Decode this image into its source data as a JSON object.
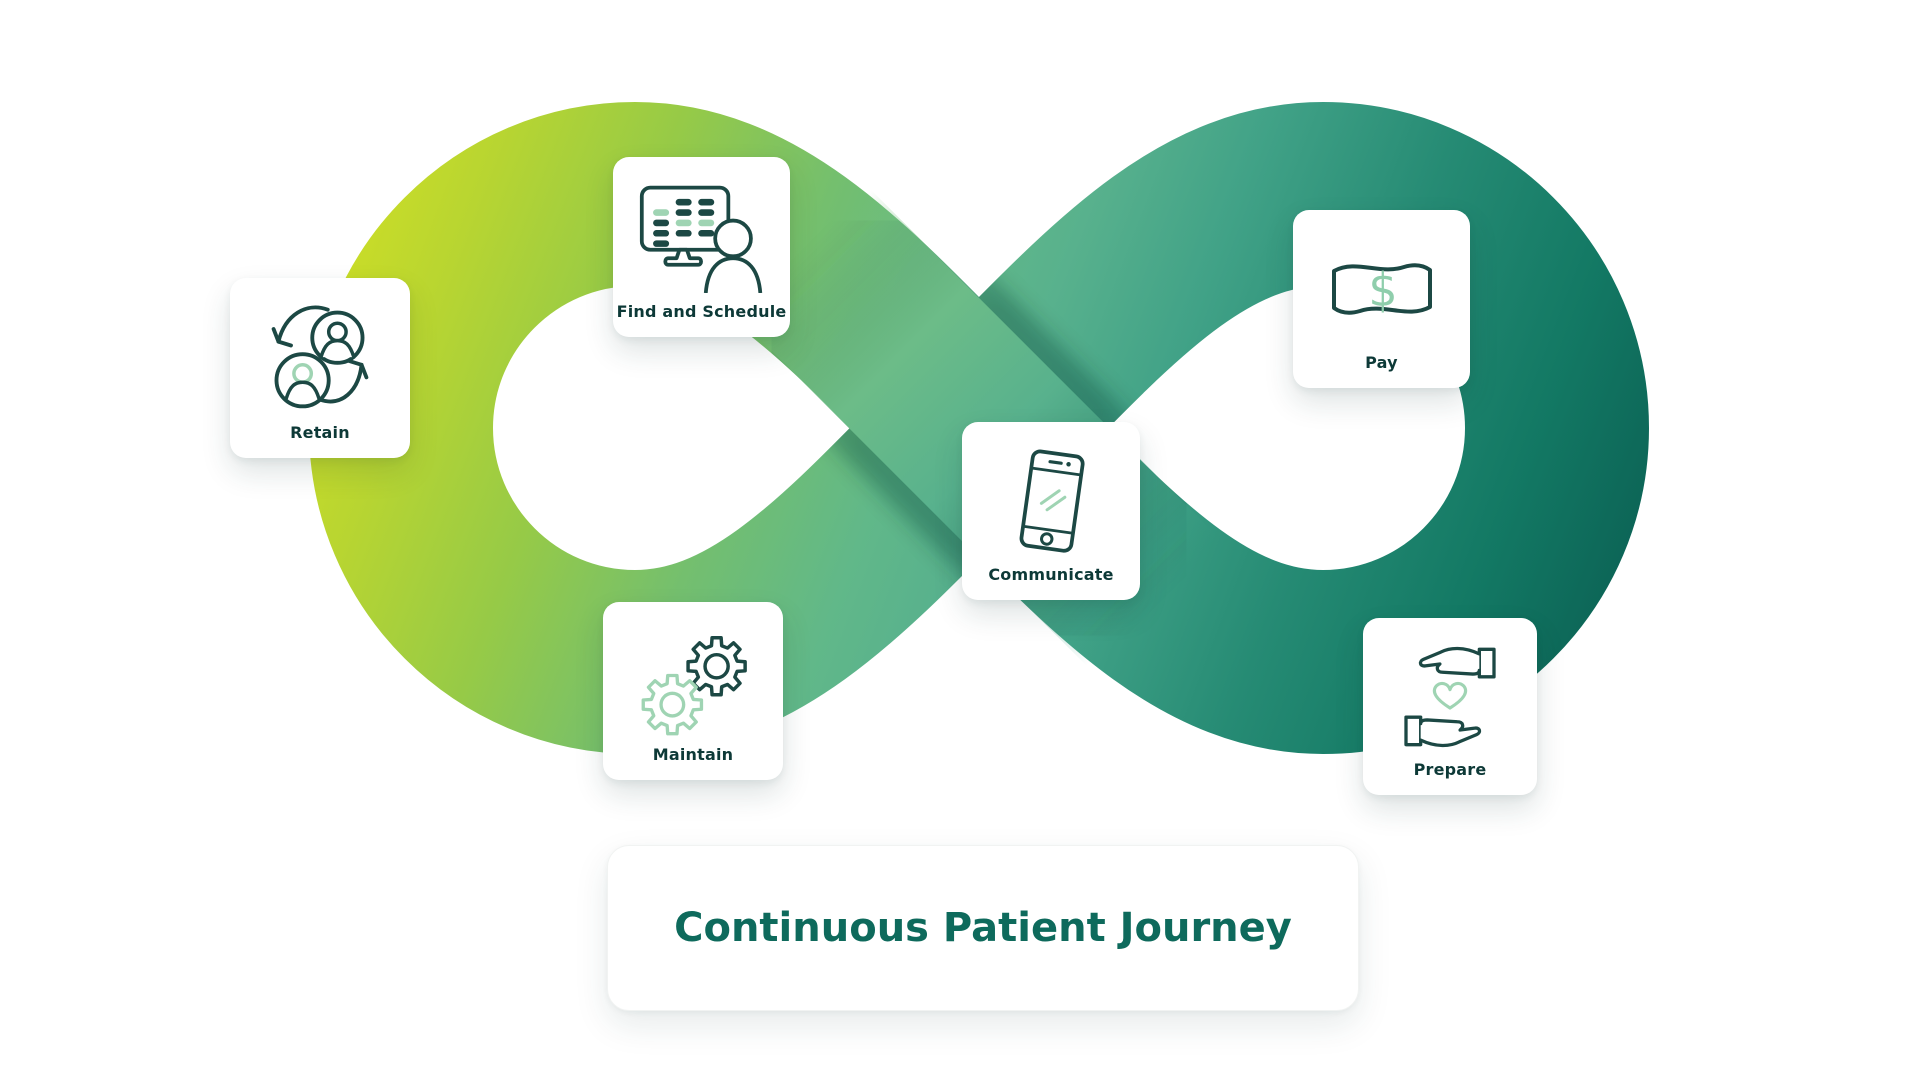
{
  "diagram": {
    "title": "Continuous Patient Journey",
    "cards": [
      {
        "id": "retain",
        "label": "Retain",
        "icon": "people-cycle-icon"
      },
      {
        "id": "find",
        "label": "Find and Schedule",
        "icon": "monitor-schedule-icon"
      },
      {
        "id": "pay",
        "label": "Pay",
        "icon": "banknote-dollar-icon"
      },
      {
        "id": "communicate",
        "label": "Communicate",
        "icon": "smartphone-icon"
      },
      {
        "id": "maintain",
        "label": "Maintain",
        "icon": "gears-icon"
      },
      {
        "id": "prepare",
        "label": "Prepare",
        "icon": "hands-heart-icon"
      }
    ],
    "colors": {
      "ribbon_gradient_start": "#cfdf25",
      "ribbon_gradient_mid": "#58b18d",
      "ribbon_gradient_end": "#0b6154",
      "icon_dark": "#1c4844",
      "icon_light": "#9fd4b3",
      "label_text": "#0d3937",
      "title_text": "#0e6a5c",
      "card_background": "#ffffff"
    }
  }
}
